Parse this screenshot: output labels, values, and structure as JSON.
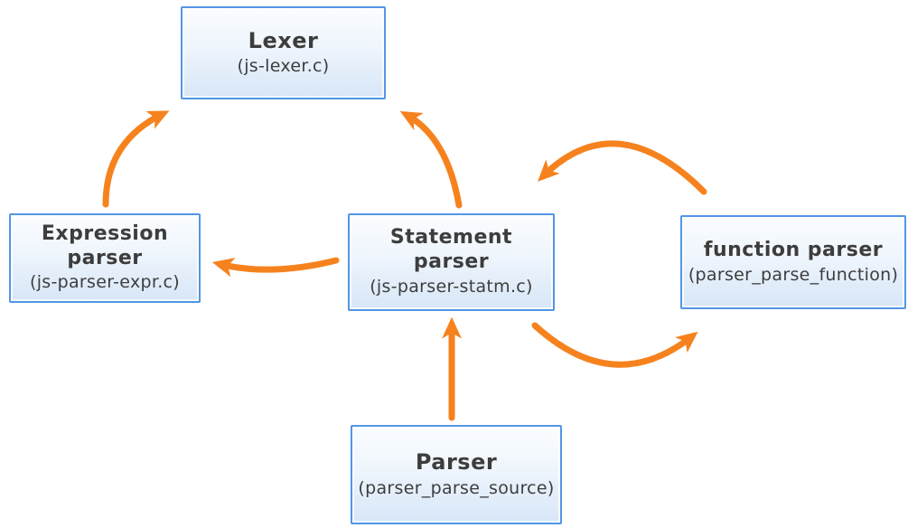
{
  "diagram": {
    "colors": {
      "arrow_orange": "#f6821e",
      "box_border_blue": "#5296e5",
      "box_fill_top": "#fbfdff",
      "box_fill_bottom": "#d7e6f7",
      "text": "#3d3d3d",
      "background": "#ffffff"
    },
    "nodes": {
      "lexer": {
        "title": "Lexer",
        "subtitle": "(js-lexer.c)"
      },
      "expression_parser": {
        "title": "Expression parser",
        "subtitle": "(js-parser-expr.c)"
      },
      "statement_parser": {
        "title": "Statement parser",
        "subtitle": "(js-parser-statm.c)"
      },
      "function_parser": {
        "title": "function parser",
        "subtitle": "(parser_parse_function)"
      },
      "parser": {
        "title": "Parser",
        "subtitle": "(parser_parse_source)"
      }
    },
    "connections": [
      {
        "from": "expression_parser",
        "to": "lexer",
        "style": "curved"
      },
      {
        "from": "statement_parser",
        "to": "lexer",
        "style": "curved"
      },
      {
        "from": "statement_parser",
        "to": "expression_parser",
        "style": "curved"
      },
      {
        "from": "function_parser",
        "to": "statement_parser",
        "style": "arc-over-top"
      },
      {
        "from": "statement_parser",
        "to": "function_parser",
        "style": "arc-under-bottom"
      },
      {
        "from": "parser",
        "to": "statement_parser",
        "style": "straight-up"
      }
    ]
  }
}
